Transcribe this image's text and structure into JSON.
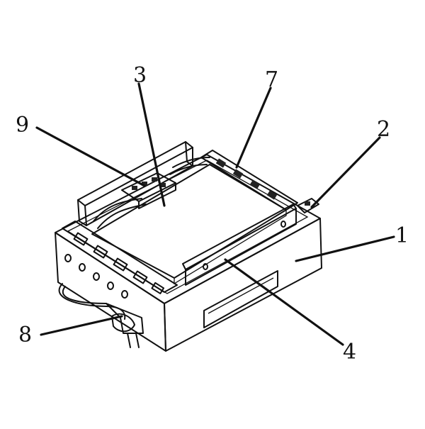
{
  "figure": {
    "callouts": [
      {
        "id": "label-1",
        "text": "1"
      },
      {
        "id": "label-2",
        "text": "2"
      },
      {
        "id": "label-3",
        "text": "3"
      },
      {
        "id": "label-4",
        "text": "4"
      },
      {
        "id": "label-7",
        "text": "7"
      },
      {
        "id": "label-8",
        "text": "8"
      },
      {
        "id": "label-9",
        "text": "9"
      }
    ]
  }
}
